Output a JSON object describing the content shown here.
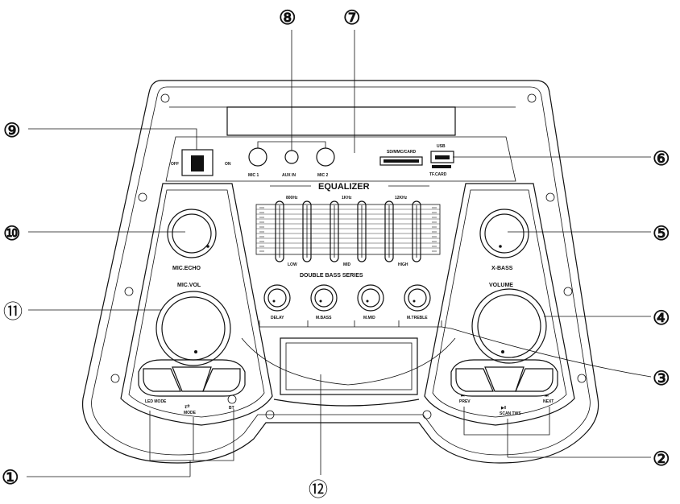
{
  "panel_labels": {
    "off": "OFF",
    "on": "ON",
    "mic1": "MIC 1",
    "aux_in": "AUX IN",
    "mic2": "MIC 2",
    "sd_mmc_card": "SD/MMC/CARD",
    "usb": "USB",
    "tf_card": "TF.CARD",
    "equalizer": "EQUALIZER",
    "freq_800": "800Hz",
    "freq_1k": "1KHz",
    "freq_12k": "12KHz",
    "low": "LOW",
    "mid": "MID",
    "high": "HIGH",
    "double_bass_series": "DOUBLE BASS SERIES",
    "delay": "DELAY",
    "m_bass": "M.BASS",
    "m_mid": "M.MID",
    "m_treble": "M.TREBLE",
    "mic_echo": "MIC.ECHO",
    "mic_vol": "MIC.VOL",
    "x_bass": "X-BASS",
    "volume": "VOLUME",
    "led_mode": "LED MODE",
    "mode": "MODE",
    "bt": "BT",
    "prev": "PREV",
    "scan_tws": "SCAN TWS",
    "next": "NEXT"
  },
  "callouts": {
    "c1": "①",
    "c2": "②",
    "c3": "③",
    "c4": "④",
    "c5": "⑤",
    "c6": "⑥",
    "c7": "⑦",
    "c8": "⑧",
    "c9": "⑨",
    "c10": "⑩",
    "c11": "⑪",
    "c12": "⑫"
  }
}
